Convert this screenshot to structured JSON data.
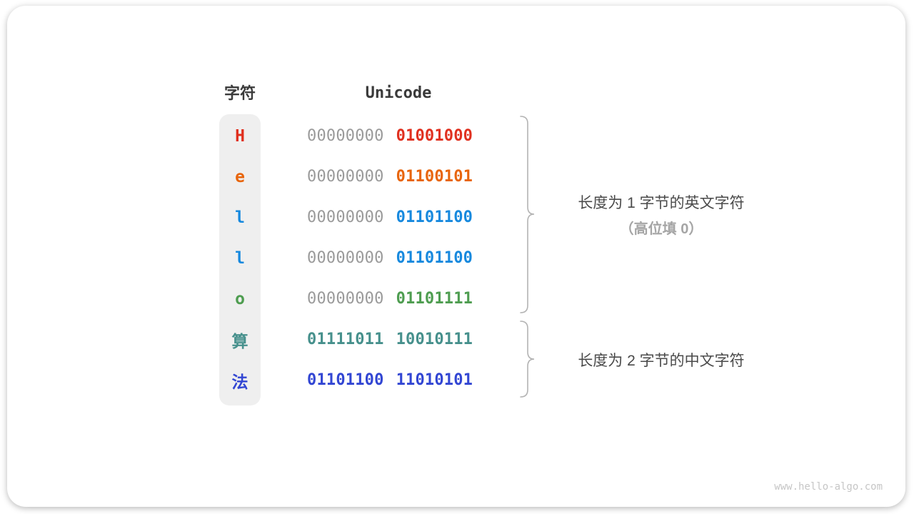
{
  "table": {
    "headers": {
      "char": "字符",
      "unicode": "Unicode"
    },
    "rows": [
      {
        "char": "H",
        "color": "#e0301f",
        "byte1": "00000000",
        "byte1_color": "#9a9a9a",
        "byte1_bold": false,
        "byte2": "01001000",
        "byte2_color": "#e0301f"
      },
      {
        "char": "e",
        "color": "#e8650c",
        "byte1": "00000000",
        "byte1_color": "#9a9a9a",
        "byte1_bold": false,
        "byte2": "01100101",
        "byte2_color": "#e8650c"
      },
      {
        "char": "l",
        "color": "#1789de",
        "byte1": "00000000",
        "byte1_color": "#9a9a9a",
        "byte1_bold": false,
        "byte2": "01101100",
        "byte2_color": "#1789de"
      },
      {
        "char": "l",
        "color": "#1789de",
        "byte1": "00000000",
        "byte1_color": "#9a9a9a",
        "byte1_bold": false,
        "byte2": "01101100",
        "byte2_color": "#1789de"
      },
      {
        "char": "o",
        "color": "#4e9d50",
        "byte1": "00000000",
        "byte1_color": "#9a9a9a",
        "byte1_bold": false,
        "byte2": "01101111",
        "byte2_color": "#4e9d50"
      },
      {
        "char": "算",
        "color": "#46908c",
        "byte1": "01111011",
        "byte1_color": "#46908c",
        "byte1_bold": true,
        "byte2": "10010111",
        "byte2_color": "#46908c"
      },
      {
        "char": "法",
        "color": "#3246d3",
        "byte1": "01101100",
        "byte1_color": "#3246d3",
        "byte1_bold": true,
        "byte2": "11010101",
        "byte2_color": "#3246d3"
      }
    ]
  },
  "annotations": [
    {
      "line1": "长度为 1 字节的英文字符",
      "line2": "（高位填 0）"
    },
    {
      "line1": "长度为 2 字节的中文字符"
    }
  ],
  "brace_color": "#b3b3b3",
  "watermark": "www.hello-algo.com"
}
